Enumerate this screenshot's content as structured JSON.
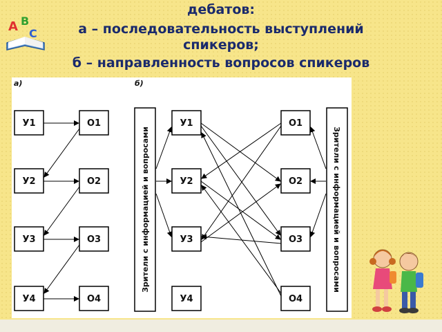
{
  "title": {
    "line1": "дебатов:",
    "line2": "а – последовательность выступлений",
    "line3": "спикеров;",
    "line4": "б – направленность вопросов спикеров"
  },
  "panel_a": {
    "label": "а)",
    "left": [
      "У1",
      "У2",
      "У3",
      "У4"
    ],
    "right": [
      "О1",
      "О2",
      "О3",
      "О4"
    ]
  },
  "panel_b": {
    "label": "б)",
    "left_audience": "Зрители с информацией и вопросами",
    "right_audience": "Зрители с информацией и вопросами",
    "left": [
      "У1",
      "У2",
      "У3",
      "У4"
    ],
    "right": [
      "О1",
      "О2",
      "О3",
      "О4"
    ]
  },
  "colors": {
    "title": "#1a2a6c",
    "background": "#f7e58a"
  },
  "decorations": [
    "abc-book-icon",
    "children-with-backpacks-illustration"
  ]
}
